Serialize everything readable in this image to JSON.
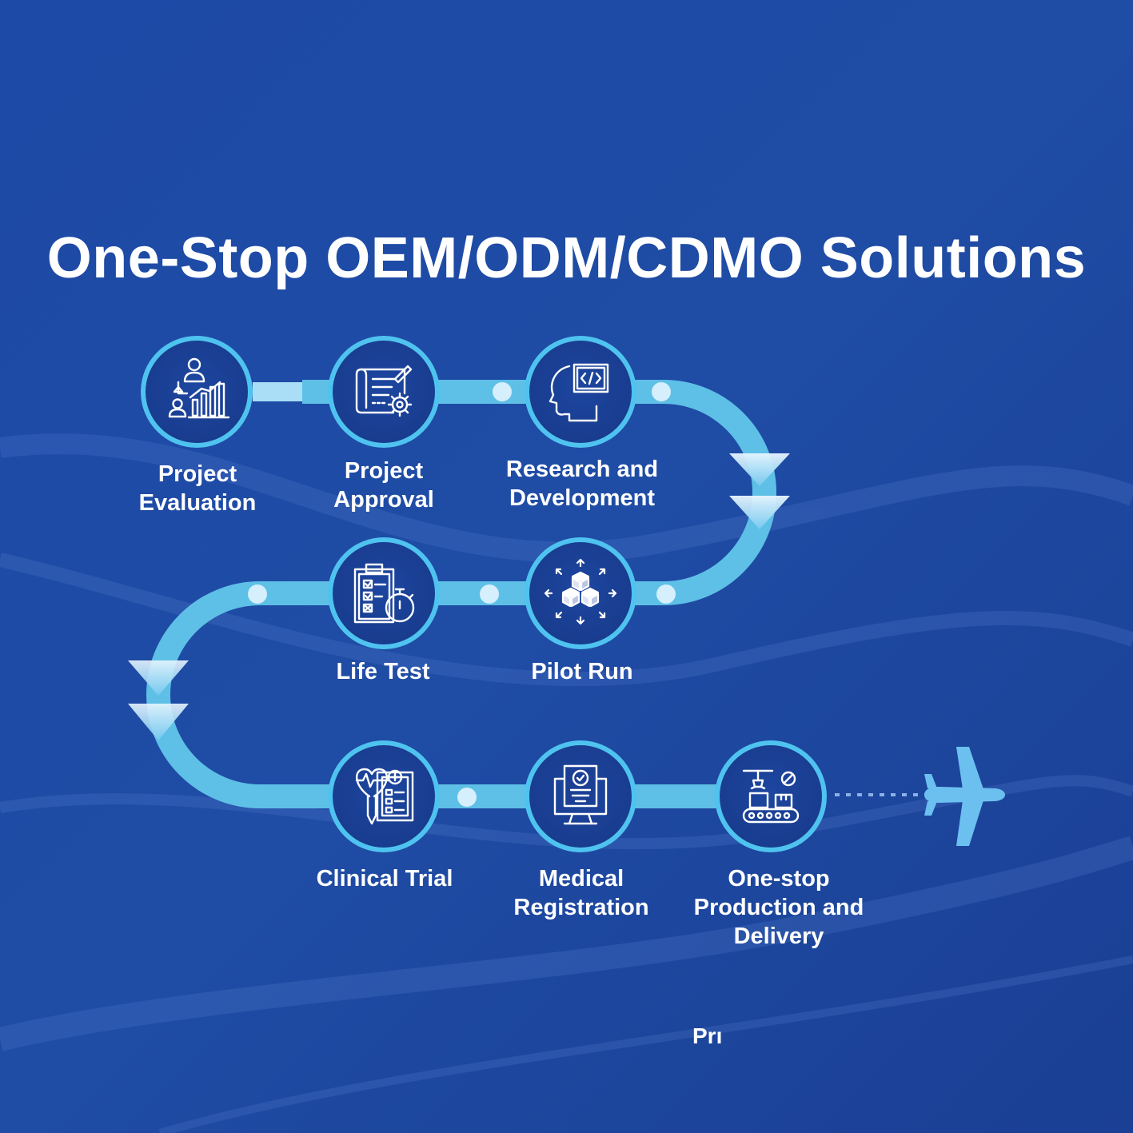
{
  "title": "One-Stop OEM/ODM/CDMO Solutions",
  "colors": {
    "background": "#1e4aa3",
    "path": "#5ec0e6",
    "node_fill": "#1b3f95",
    "node_ring": "#4fc3ef",
    "icon_stroke": "#ffffff",
    "airplane": "#6cc0f0"
  },
  "steps": [
    {
      "label": "Project\nEvaluation",
      "icon": "analytics-person-chart-icon"
    },
    {
      "label": "Project\nApproval",
      "icon": "blueprint-gear-icon"
    },
    {
      "label": "Research and\nDevelopment",
      "icon": "head-code-icon"
    },
    {
      "label": "Pilot Run",
      "icon": "cubes-scale-icon"
    },
    {
      "label": "Life Test",
      "icon": "checklist-stopwatch-icon"
    },
    {
      "label": "Clinical Trial",
      "icon": "heart-pulse-clipboard-icon"
    },
    {
      "label": "Medical\nRegistration",
      "icon": "certificate-monitor-icon"
    },
    {
      "label": "One-stop\nProduction and\nDelivery",
      "icon": "conveyor-robot-icon"
    }
  ],
  "footer_fragment": "Prı",
  "end_icon": "airplane-icon"
}
